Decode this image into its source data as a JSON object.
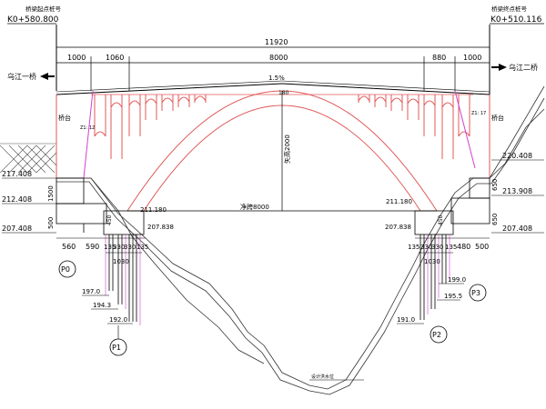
{
  "stations": {
    "left": "K0+580.800",
    "right": "K0+510.116"
  },
  "station_captions": {
    "left": "桥梁起点桩号",
    "right": "桥梁终点桩号"
  },
  "directions": {
    "left": "乌江一桥",
    "right": "乌江二桥"
  },
  "dims": {
    "total": "11920",
    "span_left_1": "1000",
    "span_left_2": "1060",
    "span_main": "8000",
    "span_right_2": "880",
    "span_right_1": "1000",
    "arch_rise": "矢高2000",
    "arch_span": "净跨8000",
    "arch_slope": "1.5%",
    "arch_crown": "180",
    "base_left_1": "560",
    "base_left_2": "590",
    "base_right_1": "480",
    "base_right_2": "500",
    "pier_left": [
      "135",
      "330",
      "330",
      "135"
    ],
    "pier_right": [
      "135",
      "330",
      "330",
      "135"
    ],
    "pier_width_left": "1030",
    "pier_width_right": "1030",
    "height_left_1": "1500",
    "height_left_2": "500",
    "height_right_1": "650",
    "height_right_2": "650",
    "found_height": "450"
  },
  "elevations": {
    "left_top": "217.408",
    "left_mid": "212.408",
    "left_bottom": "207.408",
    "right_top": "220.408",
    "right_mid": "213.908",
    "right_bottom": "207.408",
    "springing_left": "211.180",
    "springing_right": "211.180",
    "footing_left": "207.838",
    "footing_right": "207.838",
    "pile_left_1": "197.0",
    "pile_left_2": "194.3",
    "pile_left_3": "192.0",
    "pile_right_1": "191.0",
    "pile_right_2": "199.0",
    "pile_right_3": "195.5"
  },
  "labels": {
    "abutment_left": "桥台",
    "abutment_right": "桥台",
    "pier_note_left": "Z1: 12",
    "pier_note_right": "Z1: 17",
    "ground_note": "设计洪水位",
    "p0": "P0",
    "p1": "P1",
    "p2": "P2",
    "p3": "P3"
  }
}
